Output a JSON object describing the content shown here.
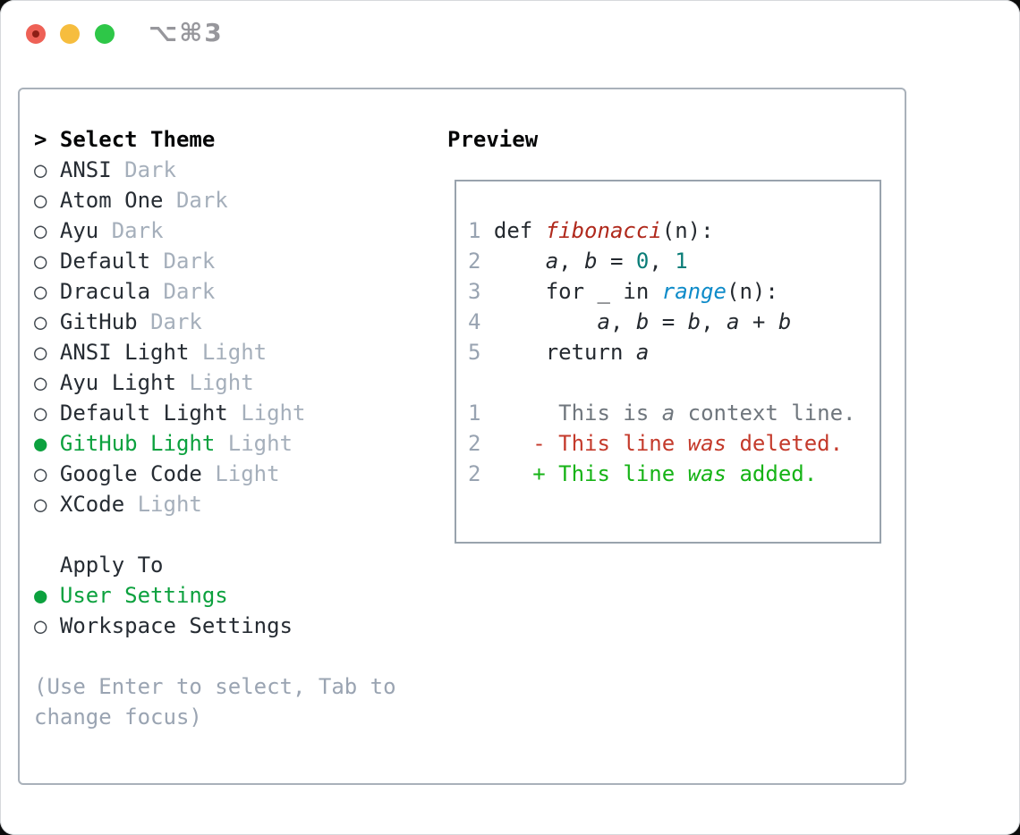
{
  "titlebar": {
    "shortcut_label": "⌥⌘3"
  },
  "colors": {
    "accent_green": "#0ca13e",
    "add_green": "#16b316",
    "del_red": "#c43a2b",
    "func_red": "#b0291c",
    "builtin_blue": "#0e8bc9",
    "num_teal": "#0a7d78",
    "muted_gray": "#a5afbb",
    "traffic_red": "#ee6156",
    "traffic_yellow": "#f6bd3e",
    "traffic_green": "#2ec748"
  },
  "theme_panel": {
    "header_prefix": ">",
    "header": "Select Theme",
    "markers": {
      "unselected": "○",
      "selected": "●"
    },
    "themes": [
      {
        "name": "ANSI",
        "variant": "Dark",
        "selected": false
      },
      {
        "name": "Atom One",
        "variant": "Dark",
        "selected": false
      },
      {
        "name": "Ayu",
        "variant": "Dark",
        "selected": false
      },
      {
        "name": "Default",
        "variant": "Dark",
        "selected": false
      },
      {
        "name": "Dracula",
        "variant": "Dark",
        "selected": false
      },
      {
        "name": "GitHub",
        "variant": "Dark",
        "selected": false
      },
      {
        "name": "ANSI Light",
        "variant": "Light",
        "selected": false
      },
      {
        "name": "Ayu Light",
        "variant": "Light",
        "selected": false
      },
      {
        "name": "Default Light",
        "variant": "Light",
        "selected": false
      },
      {
        "name": "GitHub Light",
        "variant": "Light",
        "selected": true
      },
      {
        "name": "Google Code",
        "variant": "Light",
        "selected": false
      },
      {
        "name": "XCode",
        "variant": "Light",
        "selected": false
      }
    ],
    "apply_to": {
      "header": "Apply To",
      "options": [
        {
          "name": "User Settings",
          "selected": true
        },
        {
          "name": "Workspace Settings",
          "selected": false
        }
      ]
    },
    "hint": "(Use Enter to select, Tab to change focus)"
  },
  "preview": {
    "header": "Preview",
    "lines": [
      {
        "num": "1",
        "tokens": [
          {
            "t": "def ",
            "s": "plain"
          },
          {
            "t": "fibonacci",
            "s": "func"
          },
          {
            "t": "(n):",
            "s": "plain"
          }
        ]
      },
      {
        "num": "2",
        "tokens": [
          {
            "t": "    ",
            "s": "plain"
          },
          {
            "t": "a",
            "s": "var"
          },
          {
            "t": ", ",
            "s": "plain"
          },
          {
            "t": "b",
            "s": "var"
          },
          {
            "t": " = ",
            "s": "plain"
          },
          {
            "t": "0",
            "s": "number"
          },
          {
            "t": ", ",
            "s": "plain"
          },
          {
            "t": "1",
            "s": "number"
          }
        ]
      },
      {
        "num": "3",
        "tokens": [
          {
            "t": "    for _ in ",
            "s": "plain"
          },
          {
            "t": "range",
            "s": "builtin"
          },
          {
            "t": "(n):",
            "s": "plain"
          }
        ]
      },
      {
        "num": "4",
        "tokens": [
          {
            "t": "        ",
            "s": "plain"
          },
          {
            "t": "a",
            "s": "var"
          },
          {
            "t": ", ",
            "s": "plain"
          },
          {
            "t": "b",
            "s": "var"
          },
          {
            "t": " = ",
            "s": "plain"
          },
          {
            "t": "b",
            "s": "var"
          },
          {
            "t": ", ",
            "s": "plain"
          },
          {
            "t": "a",
            "s": "var"
          },
          {
            "t": " + ",
            "s": "plain"
          },
          {
            "t": "b",
            "s": "var"
          }
        ]
      },
      {
        "num": "5",
        "tokens": [
          {
            "t": "    return ",
            "s": "plain"
          },
          {
            "t": "a",
            "s": "var"
          }
        ]
      },
      {
        "num": "",
        "tokens": []
      },
      {
        "num": "1",
        "tokens": [
          {
            "t": "     This is ",
            "s": "context"
          },
          {
            "t": "a",
            "s": "context-italic"
          },
          {
            "t": " context line.",
            "s": "context"
          }
        ]
      },
      {
        "num": "2",
        "tokens": [
          {
            "t": "   - This line ",
            "s": "deleted"
          },
          {
            "t": "was",
            "s": "deleted-italic"
          },
          {
            "t": " deleted.",
            "s": "deleted"
          }
        ]
      },
      {
        "num": "2",
        "tokens": [
          {
            "t": "   + This line ",
            "s": "added"
          },
          {
            "t": "was",
            "s": "added-italic"
          },
          {
            "t": " added.",
            "s": "added"
          }
        ]
      }
    ]
  }
}
